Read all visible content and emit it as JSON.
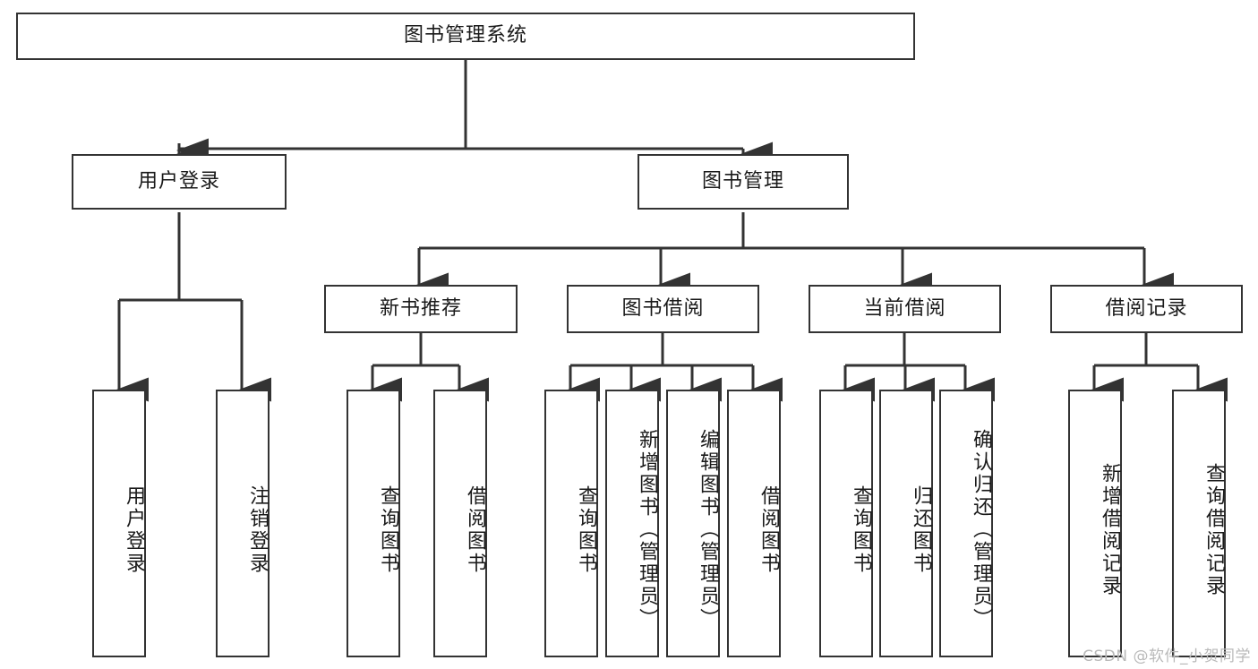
{
  "diagram": {
    "type": "tree-hierarchy",
    "title": "图书管理系统",
    "colors": {
      "stroke": "#333333",
      "box_fill": "#ffffff",
      "text": "#1a1a1a",
      "watermark": "#b9b9b9",
      "background": "#ffffff"
    },
    "watermark": "CSDN @软件_小贺同学",
    "nodes": {
      "root": {
        "label": "图书管理系统"
      },
      "level1": [
        {
          "id": "user-login",
          "label": "用户登录"
        },
        {
          "id": "book-manage",
          "label": "图书管理"
        }
      ],
      "level2": [
        {
          "id": "new-book-recommend",
          "label": "新书推荐"
        },
        {
          "id": "book-borrow",
          "label": "图书借阅"
        },
        {
          "id": "current-borrow",
          "label": "当前借阅"
        },
        {
          "id": "borrow-record",
          "label": "借阅记录"
        }
      ],
      "leaves": {
        "user-login": [
          {
            "id": "leaf-user-login",
            "label": "用户登录"
          },
          {
            "id": "leaf-logout-login",
            "label": "注销登录"
          }
        ],
        "new-book-recommend": [
          {
            "id": "leaf-query-book-1",
            "label": "查询图书"
          },
          {
            "id": "leaf-borrow-book-1",
            "label": "借阅图书"
          }
        ],
        "book-borrow": [
          {
            "id": "leaf-query-book-2",
            "label": "查询图书"
          },
          {
            "id": "leaf-add-book",
            "label": "新增图书（管理员）"
          },
          {
            "id": "leaf-edit-book",
            "label": "编辑图书（管理员）"
          },
          {
            "id": "leaf-borrow-book-2",
            "label": "借阅图书"
          }
        ],
        "current-borrow": [
          {
            "id": "leaf-query-book-3",
            "label": "查询图书"
          },
          {
            "id": "leaf-return-book",
            "label": "归还图书"
          },
          {
            "id": "leaf-confirm-return",
            "label": "确认归还（管理员）"
          }
        ],
        "borrow-record": [
          {
            "id": "leaf-add-record",
            "label": "新增借阅记录"
          },
          {
            "id": "leaf-query-record",
            "label": "查询借阅记录"
          }
        ]
      }
    }
  }
}
